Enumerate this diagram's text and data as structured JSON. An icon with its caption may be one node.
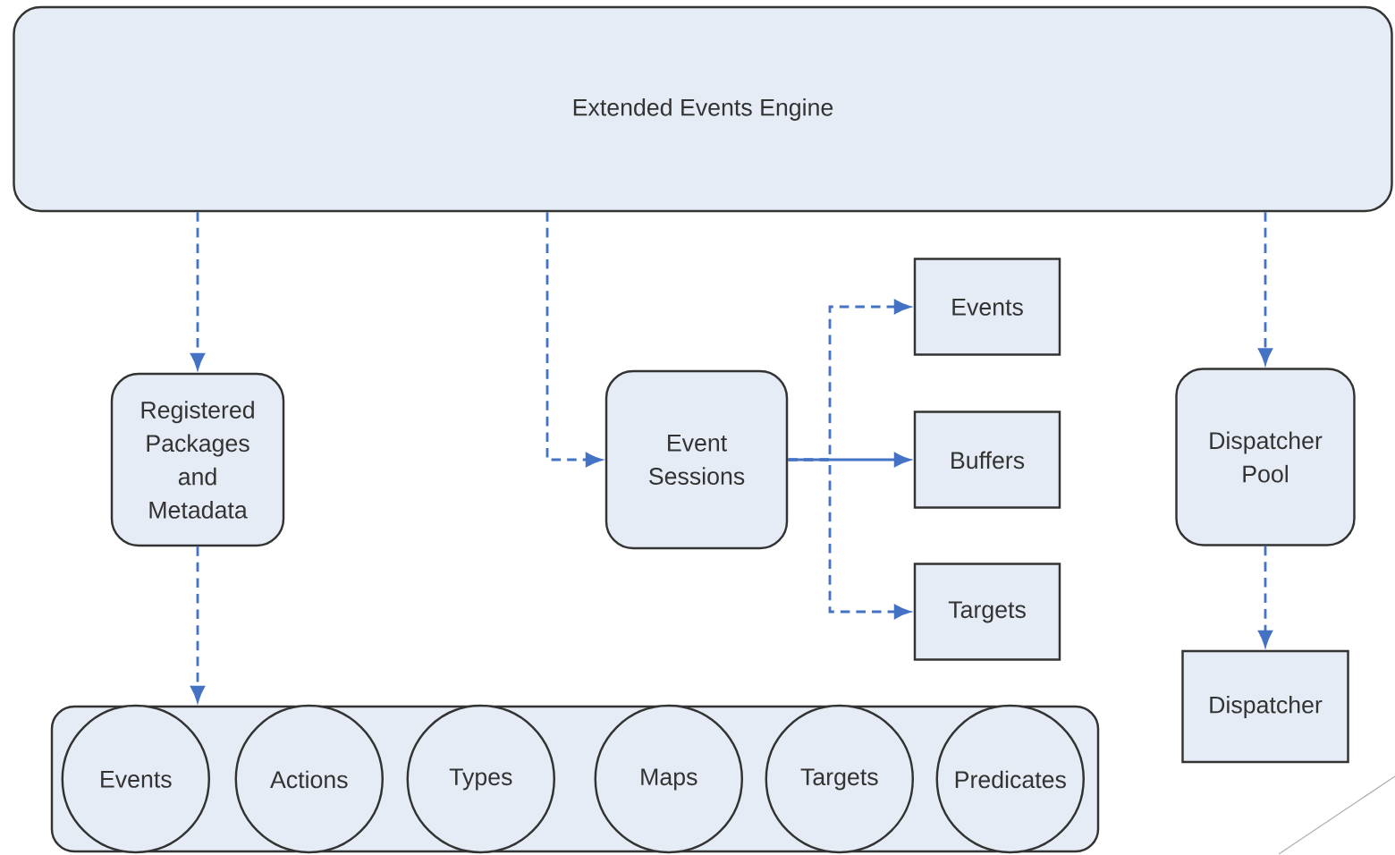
{
  "diagram": {
    "nodes": [
      {
        "text": [
          "Extended Events Engine"
        ]
      },
      {
        "text": [
          "Registered Packages and Metadata"
        ]
      },
      {
        "text": [
          "Event Sessions"
        ]
      },
      {
        "text": [
          "Events"
        ]
      },
      {
        "text": [
          "Buffers"
        ]
      },
      {
        "text": [
          "Targets"
        ]
      },
      {
        "text": [
          "Dispatcher Pool"
        ]
      },
      {
        "text": [
          "Dispatcher"
        ]
      },
      {
        "text": [],
        "shape": "box"
      },
      {
        "text": [
          "Events"
        ],
        "in": 8
      },
      {
        "text": [
          "Actions"
        ],
        "in": 8
      },
      {
        "text": [
          "Types"
        ],
        "in": 8
      },
      {
        "text": [
          "Maps"
        ],
        "in": 8
      },
      {
        "text": [
          "Targets"
        ],
        "in": 8
      },
      {
        "text": [
          "Predicates"
        ],
        "in": 8
      }
    ],
    "edges": [
      {
        "from": 0,
        "to": 1,
        "arrow": "to",
        "style": "dashed"
      },
      {
        "from": 0,
        "to": 2,
        "arrow": "to",
        "style": "dashed"
      },
      {
        "from": 0,
        "to": 6,
        "arrow": "to",
        "style": "dashed"
      },
      {
        "from": 2,
        "to": 3,
        "arrow": "to",
        "style": "dashed"
      },
      {
        "from": 2,
        "to": 4,
        "arrow": "to"
      },
      {
        "from": 2,
        "to": 5,
        "arrow": "to",
        "style": "dashed"
      },
      {
        "from": 1,
        "to": 8,
        "arrow": "to",
        "style": "dashed"
      },
      {
        "from": 6,
        "to": 7,
        "arrow": "to",
        "style": "dashed"
      }
    ]
  }
}
